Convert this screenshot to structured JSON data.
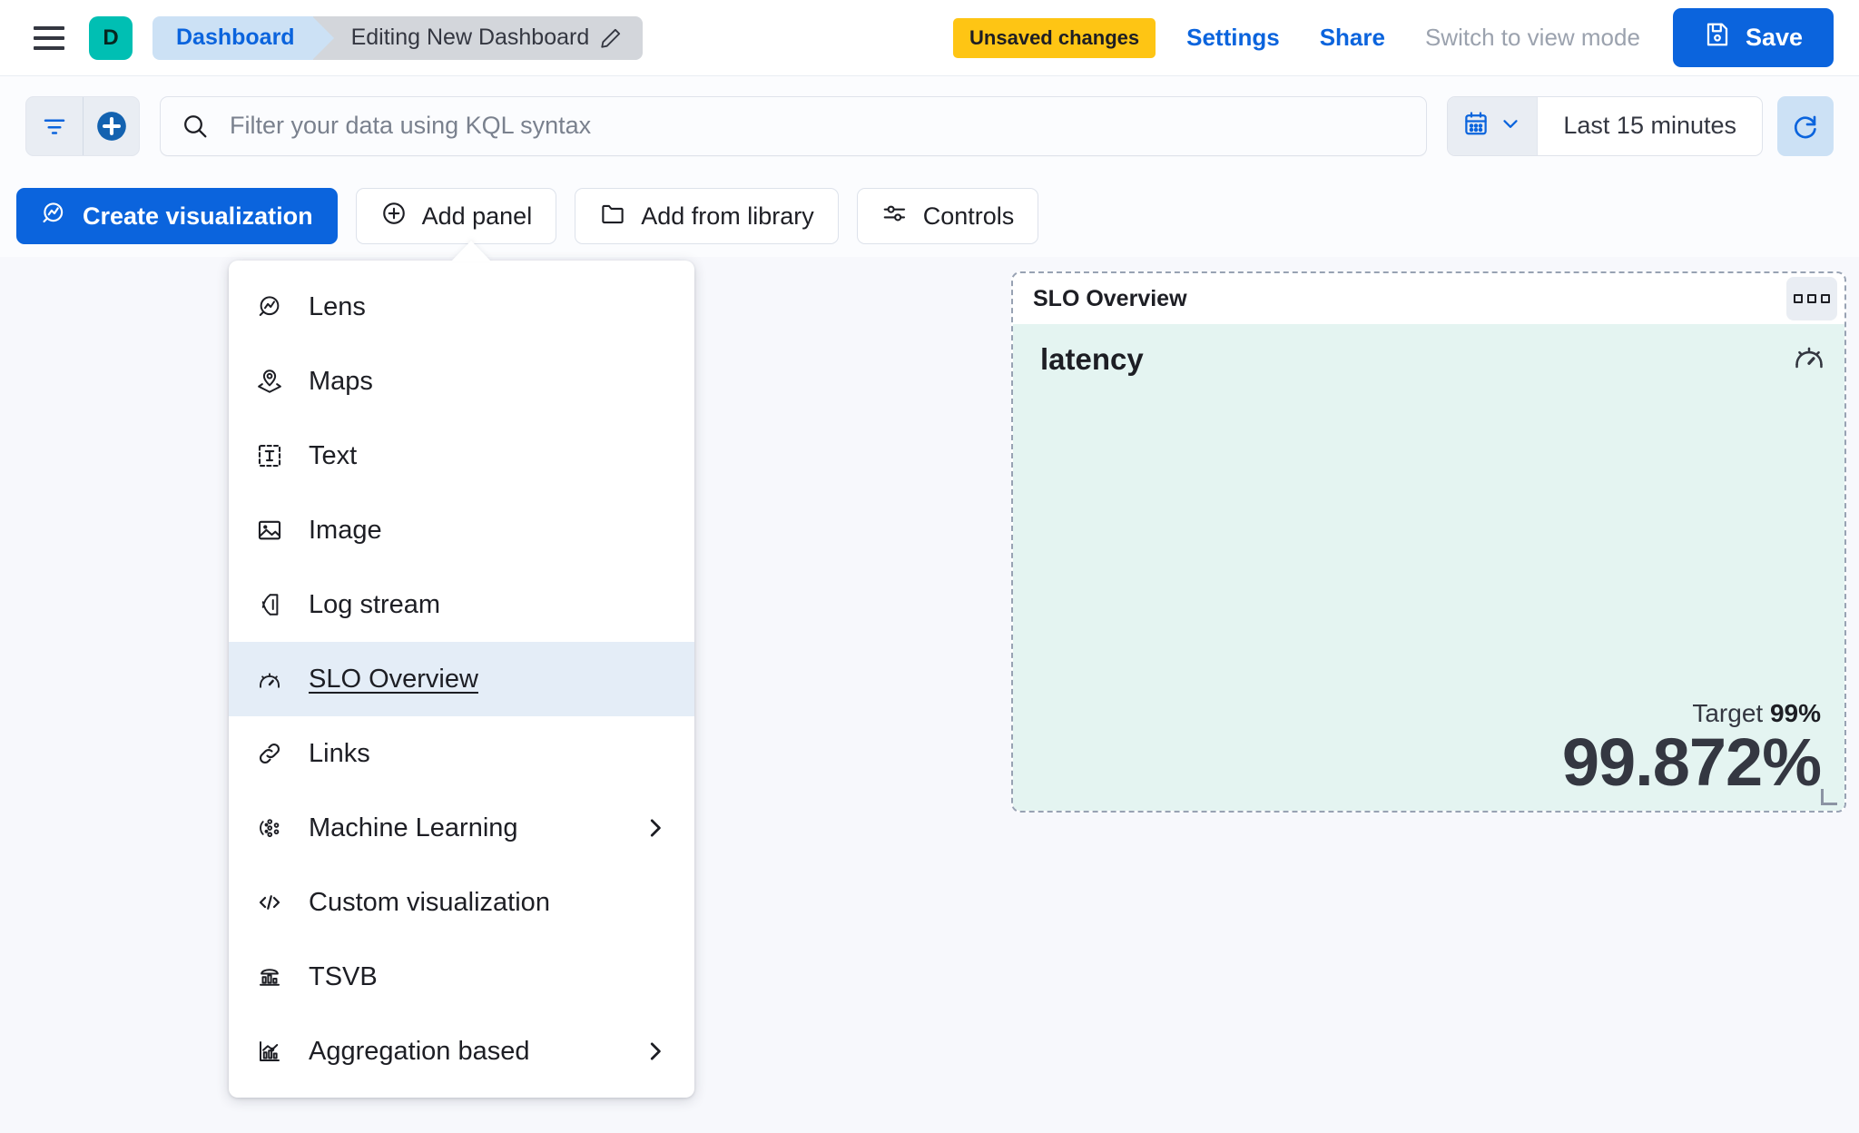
{
  "header": {
    "menu_icon": "hamburger-icon",
    "app_badge": "D",
    "breadcrumbs": [
      {
        "label": "Dashboard",
        "icon": ""
      },
      {
        "label": "Editing New Dashboard",
        "icon": "pencil-icon"
      }
    ],
    "unsaved_badge": "Unsaved changes",
    "settings_label": "Settings",
    "share_label": "Share",
    "view_mode_label": "Switch to view mode",
    "save_label": "Save"
  },
  "querybar": {
    "filter_icon": "filter-icon",
    "add_filter_icon": "plus-circle-icon",
    "search_icon": "search-icon",
    "search_placeholder": "Filter your data using KQL syntax",
    "search_value": "",
    "calendar_icon": "calendar-icon",
    "calendar_chevron": "chevron-down-icon",
    "time_range": "Last 15 minutes",
    "refresh_icon": "refresh-icon"
  },
  "toolbar": {
    "buttons": [
      {
        "label": "Create visualization",
        "icon": "lens-icon",
        "primary": true
      },
      {
        "label": "Add panel",
        "icon": "plus-circle-icon",
        "primary": false
      },
      {
        "label": "Add from library",
        "icon": "folder-icon",
        "primary": false
      },
      {
        "label": "Controls",
        "icon": "sliders-icon",
        "primary": false
      }
    ]
  },
  "add_panel_menu": {
    "items": [
      {
        "label": "Lens",
        "icon": "lens-icon",
        "selected": false,
        "submenu": false
      },
      {
        "label": "Maps",
        "icon": "map-marker-layers-icon",
        "selected": false,
        "submenu": false
      },
      {
        "label": "Text",
        "icon": "text-box-icon",
        "selected": false,
        "submenu": false
      },
      {
        "label": "Image",
        "icon": "image-icon",
        "selected": false,
        "submenu": false
      },
      {
        "label": "Log stream",
        "icon": "log-stream-icon",
        "selected": false,
        "submenu": false
      },
      {
        "label": "SLO Overview",
        "icon": "gauge-icon",
        "selected": true,
        "submenu": false
      },
      {
        "label": "Links",
        "icon": "link-icon",
        "selected": false,
        "submenu": false
      },
      {
        "label": "Machine Learning",
        "icon": "machine-learning-icon",
        "selected": false,
        "submenu": true
      },
      {
        "label": "Custom visualization",
        "icon": "code-icon",
        "selected": false,
        "submenu": false
      },
      {
        "label": "TSVB",
        "icon": "tsvb-icon",
        "selected": false,
        "submenu": false
      },
      {
        "label": "Aggregation based",
        "icon": "aggregation-chart-icon",
        "selected": false,
        "submenu": true
      }
    ]
  },
  "slo_panel": {
    "title": "SLO Overview",
    "context_menu_icon": "grid-dots-icon",
    "slo_name": "latency",
    "gauge_icon": "gauge-icon",
    "target_label": "Target",
    "target_value": "99%",
    "sli_value": "99.872%",
    "background_color": "#E4F4F1"
  },
  "colors": {
    "accent_blue": "#0B64DD",
    "brand_teal": "#00BFB3",
    "warning_yellow": "#FEC514",
    "panel_mint": "#E4F4F1",
    "menu_highlight": "#E4EDF7"
  }
}
